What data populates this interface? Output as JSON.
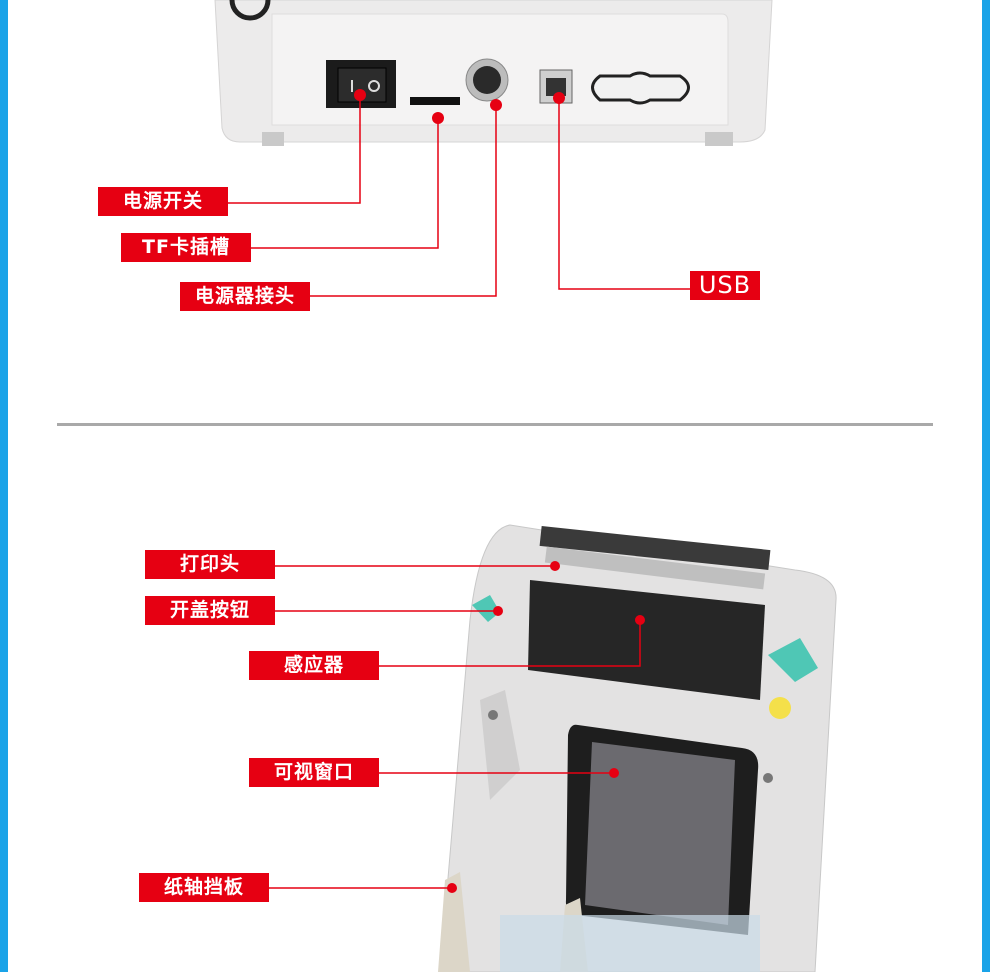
{
  "colors": {
    "accent": "#e60012",
    "border": "#1aa3e8"
  },
  "back_panel": {
    "labels": [
      "电源开关",
      "TF卡插槽",
      "电源器接头",
      "USB"
    ]
  },
  "inside": {
    "labels": [
      "打印头",
      "开盖按钮",
      "感应器",
      "可视窗口",
      "纸轴挡板"
    ]
  }
}
